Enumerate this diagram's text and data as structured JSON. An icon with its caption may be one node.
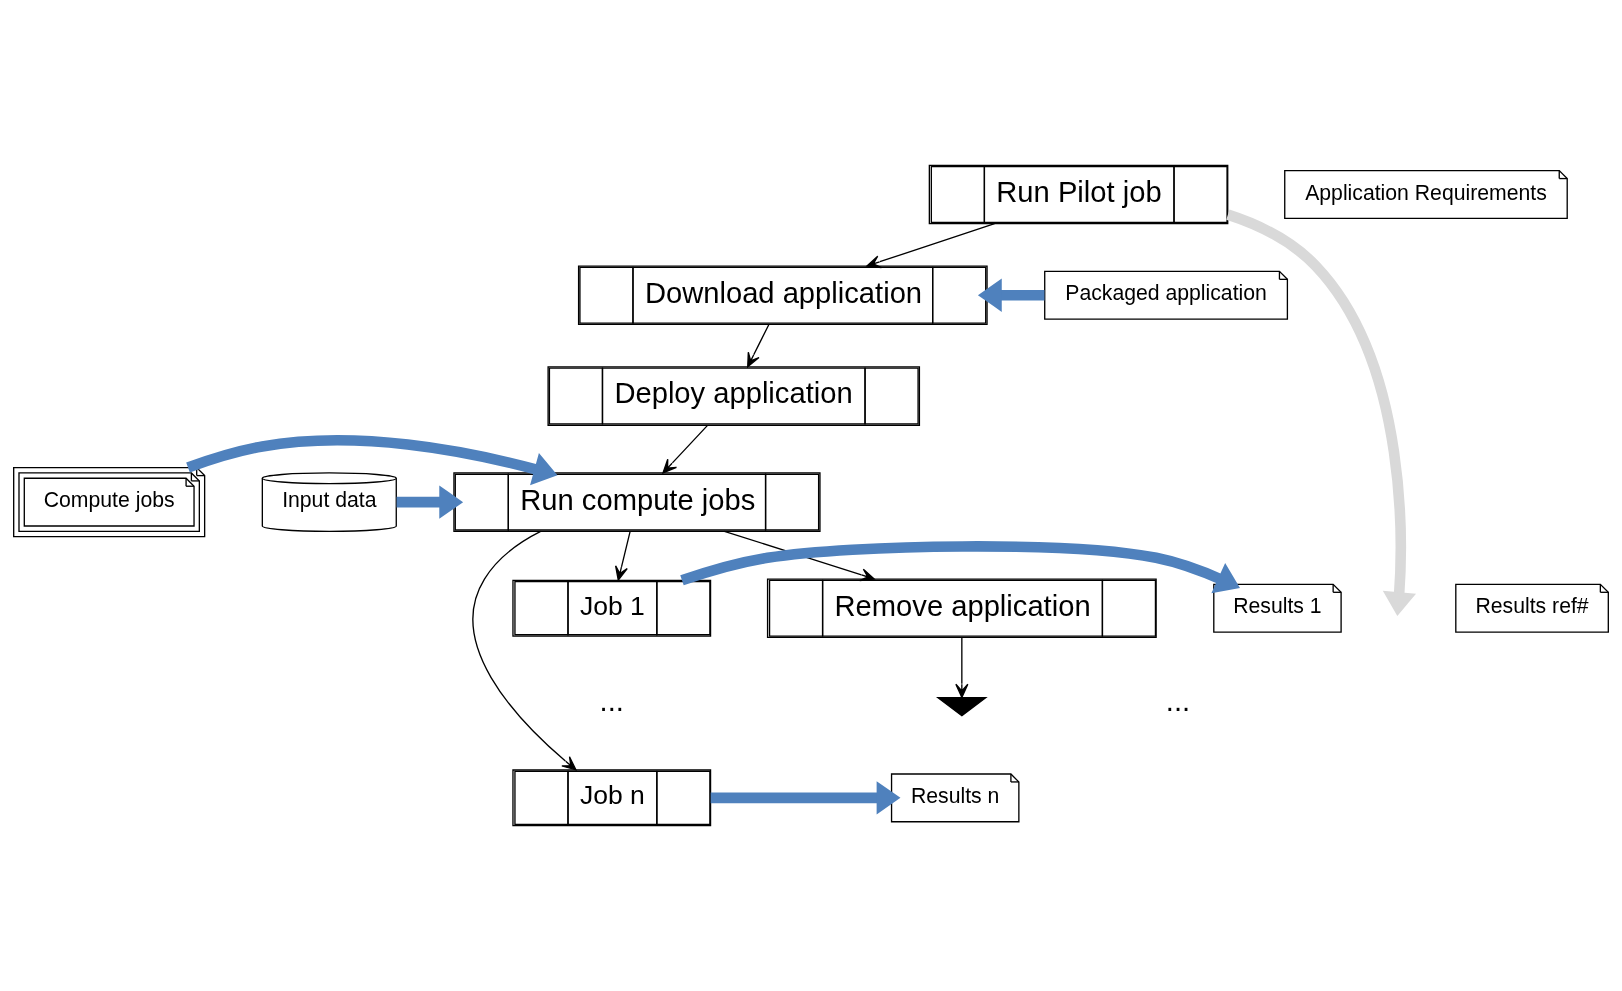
{
  "diagram": {
    "nodes": [
      {
        "text": [
          "Run Pilot job"
        ]
      },
      {
        "text": [
          "Application Requirements"
        ]
      },
      {
        "text": [
          "Packaged application"
        ]
      },
      {
        "text": [
          "Download application"
        ]
      },
      {
        "text": [
          "Deploy application"
        ]
      },
      {
        "text": [
          "Input data"
        ]
      },
      {
        "text": [
          "Compute jobs"
        ]
      },
      {
        "text": [
          "Run compute jobs"
        ]
      },
      {
        "text": [
          "Job 1"
        ]
      },
      {
        "text": [
          "Results 1"
        ]
      },
      {
        "text": [
          "Job n"
        ]
      },
      {
        "text": [
          "Results n"
        ]
      },
      {
        "text": [
          "Results ref#"
        ]
      },
      {
        "text": [
          "Remove application"
        ]
      },
      {
        "text": [],
        "shape": "ground"
      }
    ],
    "edges": [
      {
        "from": 0,
        "to": 3,
        "arrow": "to"
      },
      {
        "from": 2,
        "to": 3,
        "arrow": "to",
        "style": "thick",
        "color": "#4f81bd"
      },
      {
        "from": 3,
        "to": 4,
        "arrow": "to"
      },
      {
        "from": 4,
        "to": 7,
        "arrow": "to"
      },
      {
        "from": 6,
        "to": 7,
        "arrow": "to",
        "style": "thick",
        "color": "#4f81bd"
      },
      {
        "from": 5,
        "to": 7,
        "arrow": "to",
        "style": "thick",
        "color": "#4f81bd"
      },
      {
        "from": 7,
        "to": 8,
        "arrow": "to"
      },
      {
        "from": 7,
        "to": 10,
        "arrow": "to"
      },
      {
        "from": 7,
        "to": 13,
        "arrow": "to"
      },
      {
        "from": 8,
        "to": 9,
        "arrow": "to",
        "style": "thick",
        "color": "#4f81bd"
      },
      {
        "from": 10,
        "to": 11,
        "arrow": "to",
        "style": "thick",
        "color": "#4f81bd"
      },
      {
        "from": 13,
        "to": 14,
        "arrow": "to"
      },
      {
        "from": 0,
        "to": null,
        "arrow": "to",
        "style": "thick",
        "color": "#d9d9d9"
      }
    ],
    "labels": [
      "...",
      "..."
    ]
  }
}
